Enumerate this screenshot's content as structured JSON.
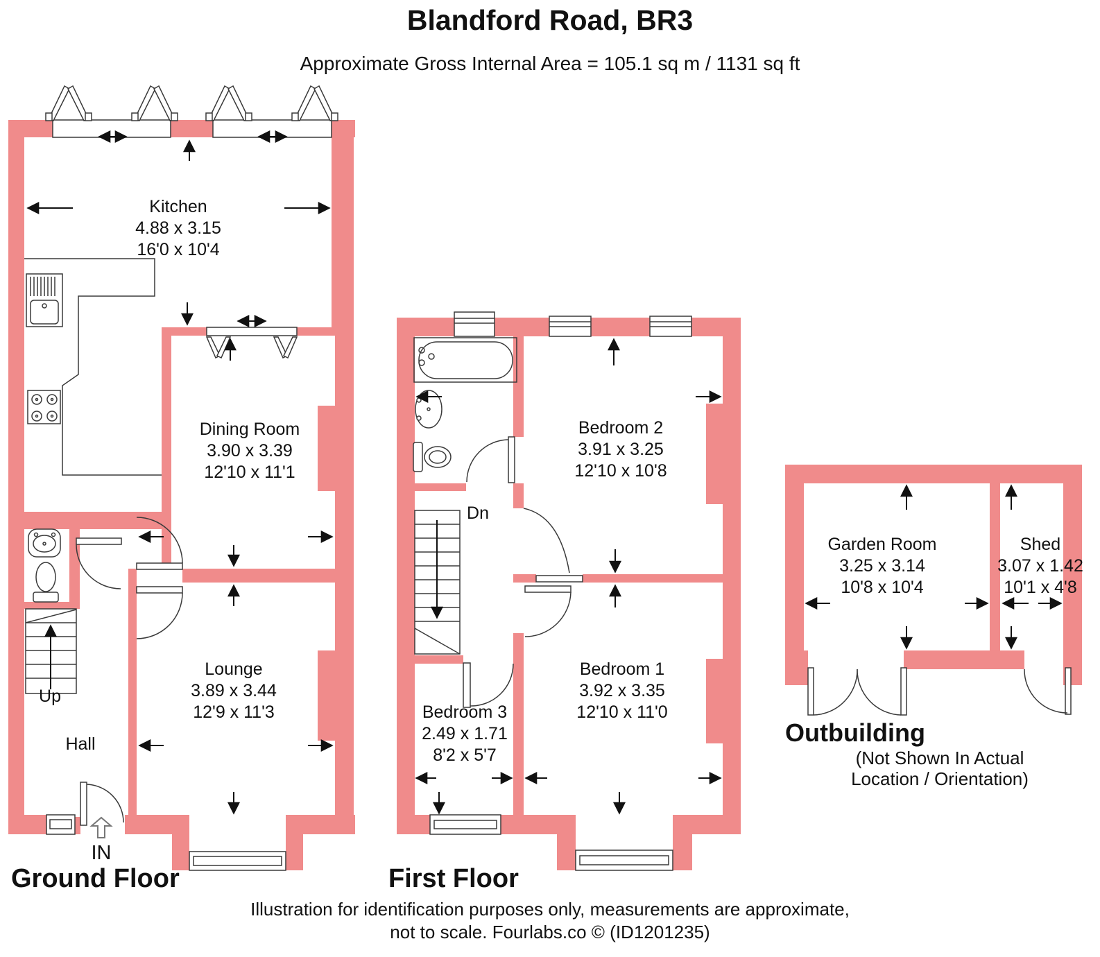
{
  "title": "Blandford Road, BR3",
  "subtitle": "Approximate Gross Internal Area = 105.1 sq m / 1131 sq ft",
  "floors": {
    "ground": {
      "label": "Ground Floor"
    },
    "first": {
      "label": "First Floor"
    },
    "outbuilding": {
      "label": "Outbuilding",
      "note_line1": "(Not Shown In Actual",
      "note_line2": "Location / Orientation)"
    }
  },
  "rooms": {
    "kitchen": {
      "name": "Kitchen",
      "metric": "4.88 x 3.15",
      "imperial": "16'0 x 10'4"
    },
    "dining": {
      "name": "Dining Room",
      "metric": "3.90 x 3.39",
      "imperial": "12'10 x 11'1"
    },
    "lounge": {
      "name": "Lounge",
      "metric": "3.89 x 3.44",
      "imperial": "12'9 x 11'3"
    },
    "hall": {
      "name": "Hall"
    },
    "bedroom2": {
      "name": "Bedroom 2",
      "metric": "3.91 x 3.25",
      "imperial": "12'10 x 10'8"
    },
    "bedroom1": {
      "name": "Bedroom 1",
      "metric": "3.92 x 3.35",
      "imperial": "12'10 x 11'0"
    },
    "bedroom3": {
      "name": "Bedroom 3",
      "metric": "2.49 x 1.71",
      "imperial": "8'2 x 5'7"
    },
    "garden_room": {
      "name": "Garden Room",
      "metric": "3.25 x 3.14",
      "imperial": "10'8 x 10'4"
    },
    "shed": {
      "name": "Shed",
      "metric": "3.07 x 1.42",
      "imperial": "10'1 x 4'8"
    }
  },
  "stairs": {
    "up": "Up",
    "down": "Dn"
  },
  "entrance": {
    "label": "IN"
  },
  "footer": {
    "line1": "Illustration for identification purposes only, measurements are approximate,",
    "line2": "not to scale. Fourlabs.co © (ID1201235)"
  },
  "colors": {
    "wall": "#f08b8b",
    "line": "#3a3a3a",
    "text": "#111111"
  }
}
